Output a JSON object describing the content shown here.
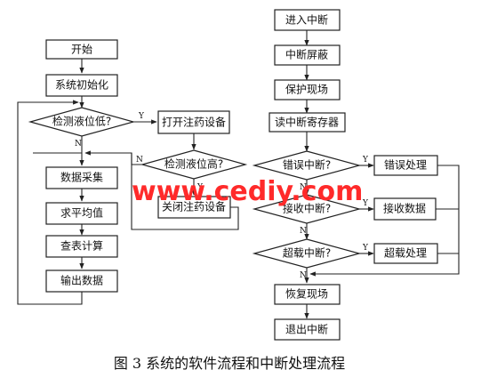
{
  "left_flow": {
    "start": "开始",
    "init": "系统初始化",
    "check_low": "检测液位低?",
    "open_device": "打开注药设备",
    "check_high": "检测液位高?",
    "close_device": "关闭注药设备",
    "collect": "数据采集",
    "average": "求平均值",
    "lookup": "查表计算",
    "output": "输出数据"
  },
  "right_flow": {
    "enter_int": "进入中断",
    "mask_int": "中断屏蔽",
    "save_ctx": "保护现场",
    "read_reg": "读中断寄存器",
    "err_q": "错误中断?",
    "err_proc": "错误处理",
    "recv_q": "接收中断?",
    "recv_data": "接收数据",
    "ovf_q": "超载中断?",
    "ovf_proc": "超载处理",
    "restore_ctx": "恢复现场",
    "exit_int": "退出中断"
  },
  "labels": {
    "yes": "Y",
    "no": "N"
  },
  "watermark": "www.cediy.com",
  "caption": "图 3  系统的软件流程和中断处理流程"
}
